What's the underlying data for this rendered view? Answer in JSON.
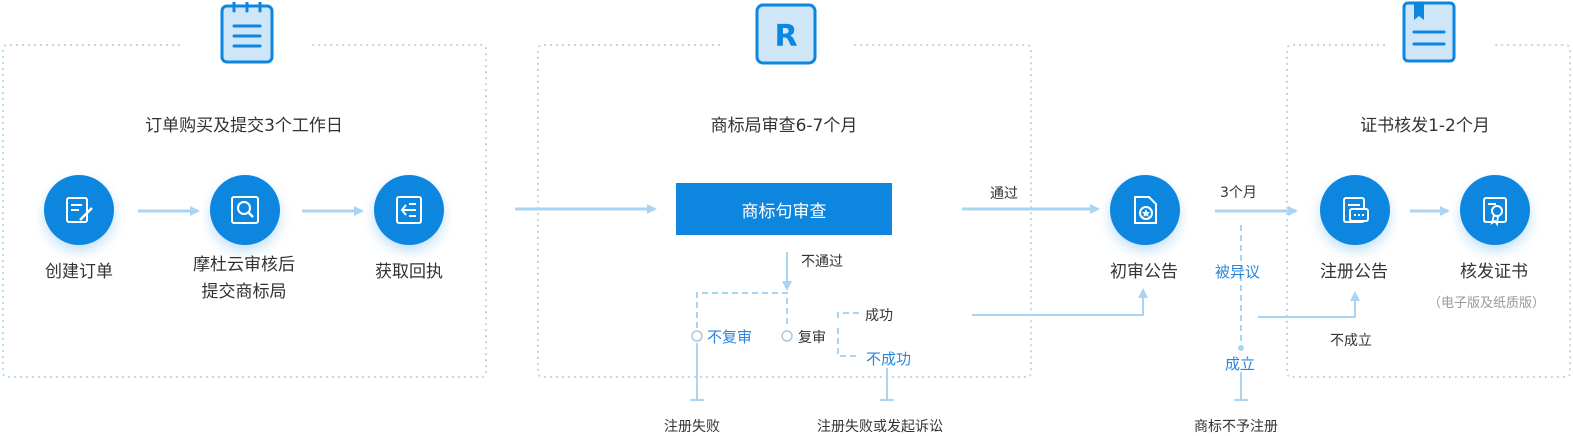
{
  "stages": [
    {
      "title": "订单购买及提交3个工作日",
      "icon": "notepad-icon"
    },
    {
      "title": "商标局审查6-7个月",
      "icon": "r-letter-icon"
    },
    {
      "title": "证书核发1-2个月",
      "icon": "book-icon"
    }
  ],
  "steps": {
    "create_order": "创建订单",
    "review_line1": "摩杜云审核后",
    "review_line2": "提交商标局",
    "get_receipt": "获取回执",
    "formal_review": "商标句审查",
    "initial_announce": "初审公告",
    "register_announce": "注册公告",
    "issue_cert": "核发证书",
    "cert_note": "（电子版及纸质版）"
  },
  "labels": {
    "pass": "通过",
    "not_pass": "不通过",
    "three_months": "3个月",
    "opposed": "被异议",
    "no_reexam": "不复审",
    "reexam": "复审",
    "success": "成功",
    "failure": "不成功",
    "established": "成立",
    "not_established": "不成立"
  },
  "outcomes": {
    "reg_failed": "注册失败",
    "reg_failed_or_sue": "注册失败或发起诉讼",
    "not_registered": "商标不予注册"
  },
  "colors": {
    "primary": "#0d86e0",
    "arrow": "#a9d4f2",
    "dotted_border": "#b9d9f0",
    "branch_text": "#2a86d9"
  }
}
